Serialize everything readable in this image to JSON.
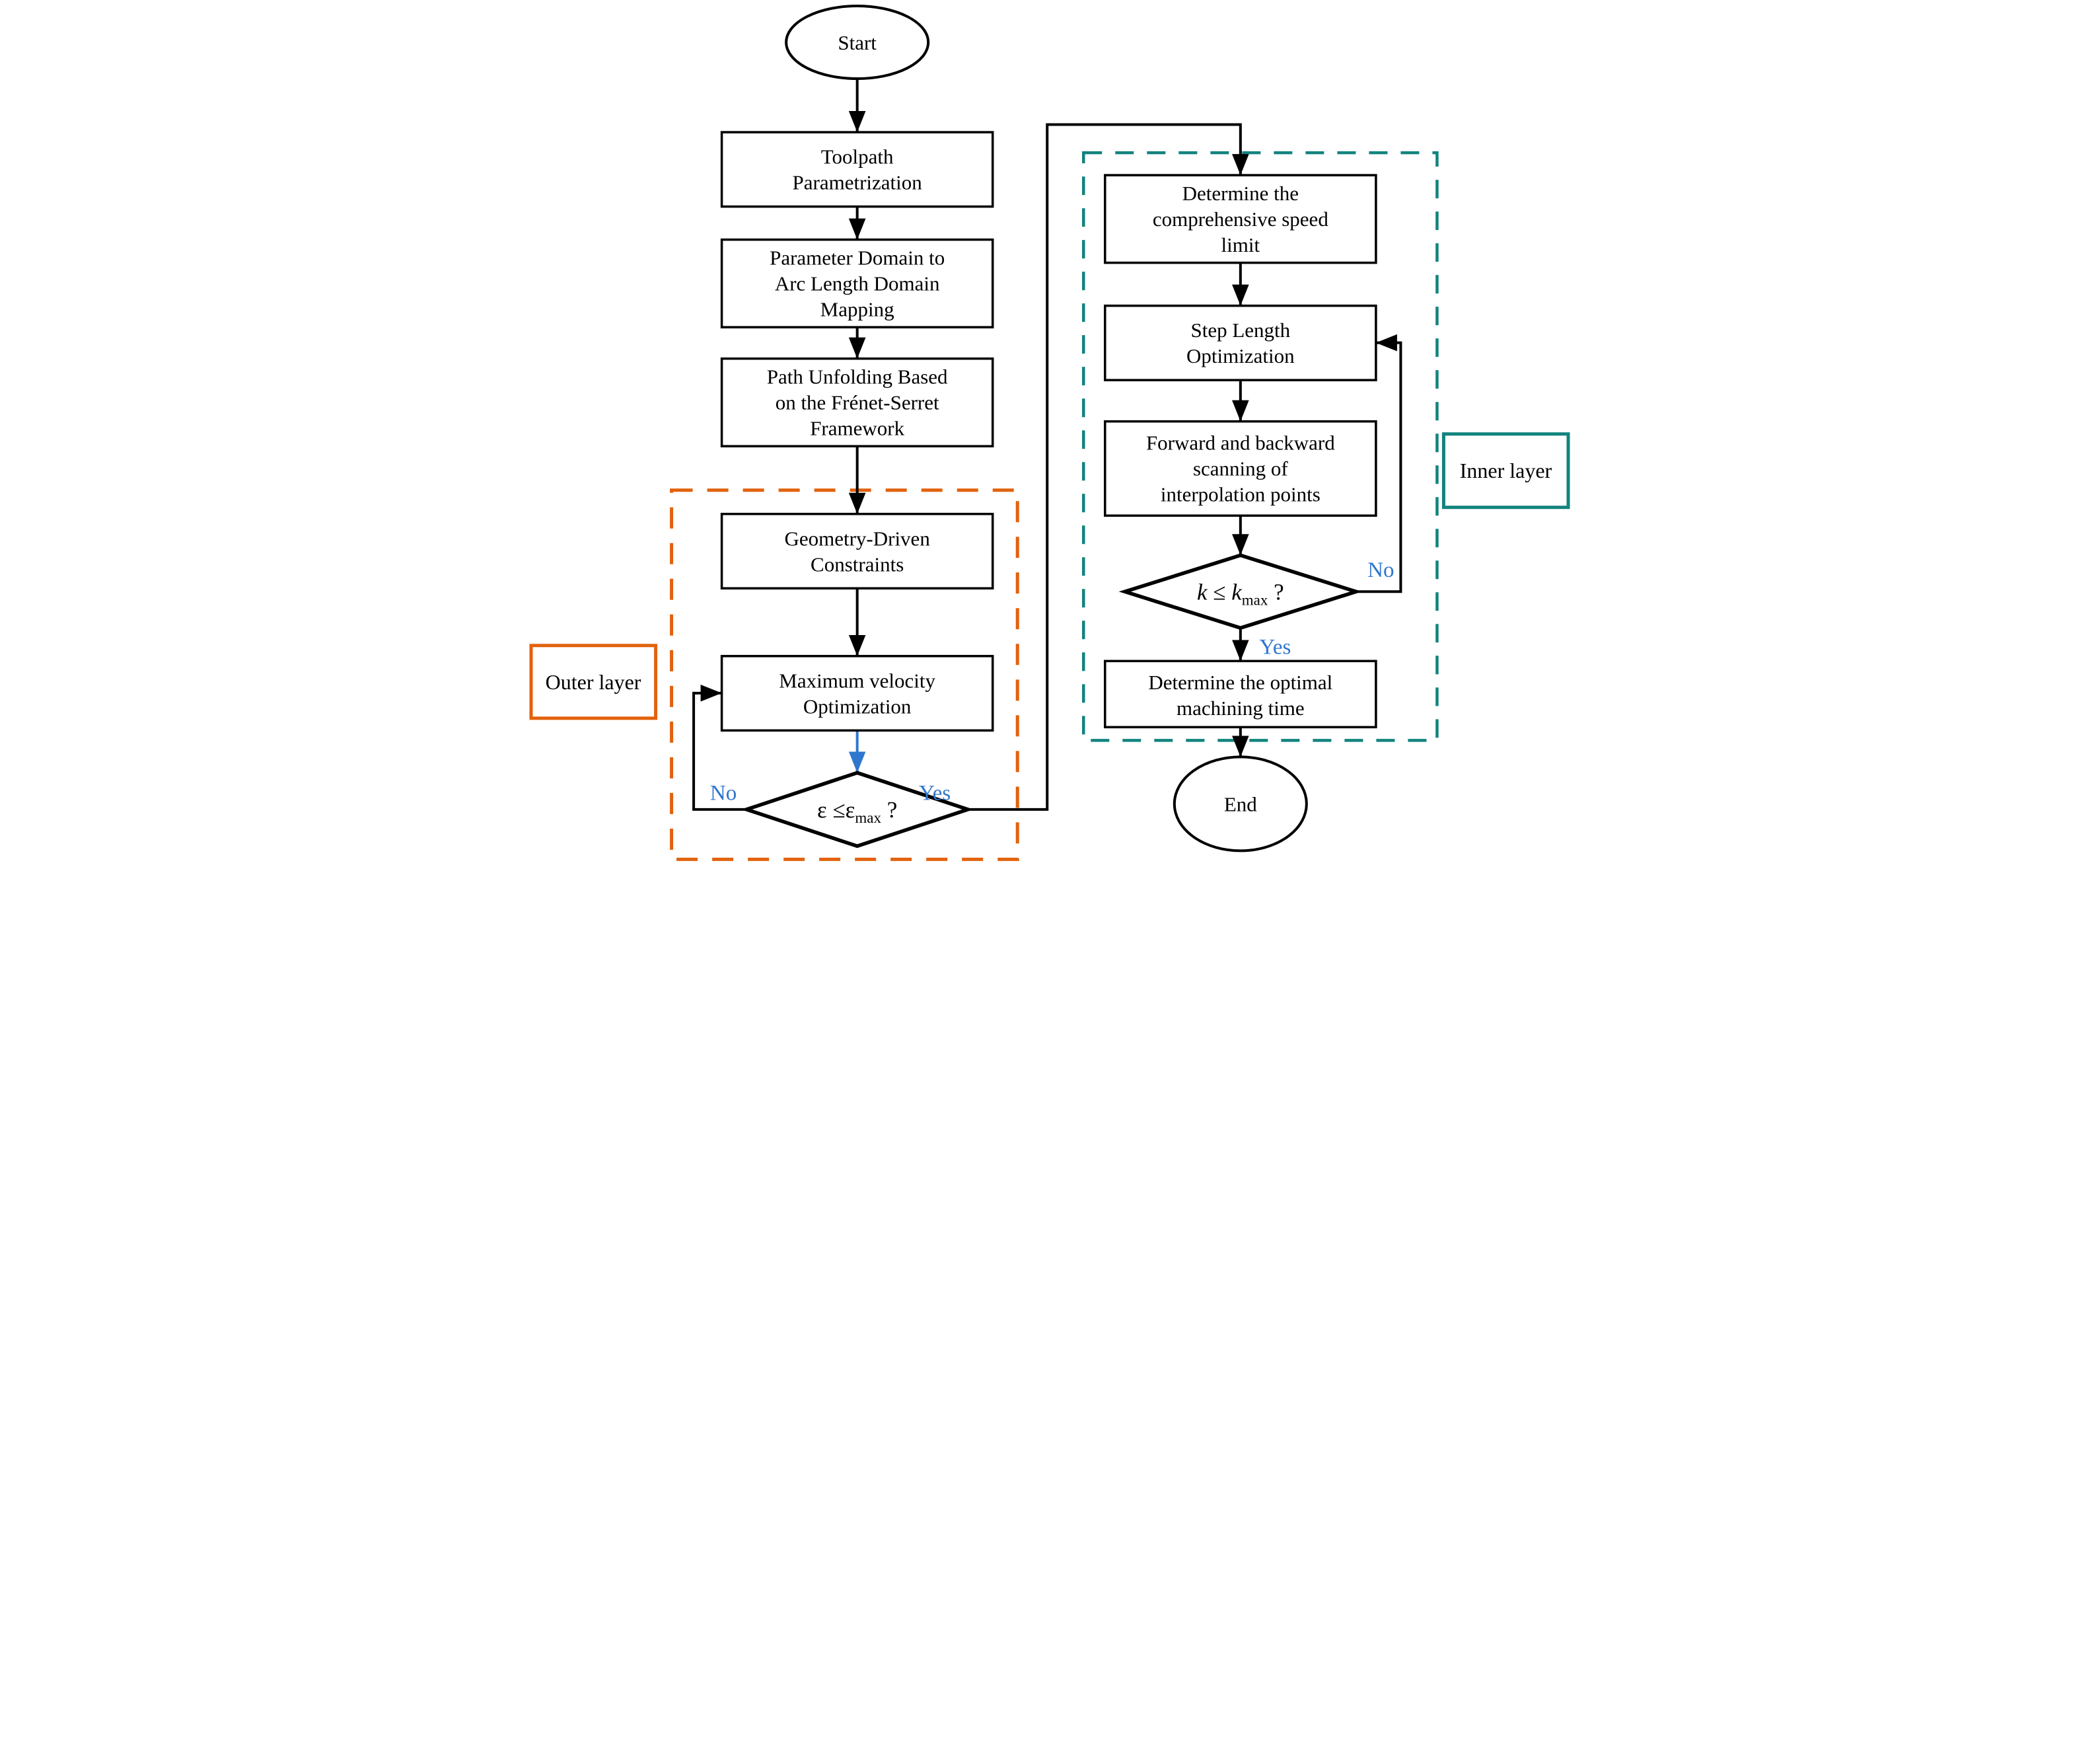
{
  "diagram": {
    "type": "flowchart",
    "colors": {
      "line_black": "#000000",
      "accent_blue": "#2F76CE",
      "accent_orange": "#E2620D",
      "accent_teal": "#12837E",
      "background": "#FFFFFF"
    },
    "nodes": {
      "start": {
        "label": "Start"
      },
      "toolpath": {
        "lines": [
          "Toolpath",
          "Parametrization"
        ]
      },
      "param_mapping": {
        "lines": [
          "Parameter Domain to",
          "Arc Length Domain",
          "Mapping"
        ]
      },
      "path_unfolding": {
        "lines": [
          "Path Unfolding Based",
          "on the Frénet-Serret",
          "Framework"
        ]
      },
      "geometry_constraints": {
        "lines": [
          "Geometry-Driven",
          "Constraints"
        ]
      },
      "max_velocity": {
        "lines": [
          "Maximum velocity",
          "Optimization"
        ]
      },
      "speed_limit": {
        "lines": [
          "Determine the",
          "comprehensive speed",
          "limit"
        ]
      },
      "step_length": {
        "lines": [
          "Step Length",
          "Optimization"
        ]
      },
      "scanning": {
        "lines": [
          "Forward and backward",
          "scanning of",
          "interpolation points"
        ]
      },
      "machining_time": {
        "lines": [
          "Determine the optimal",
          "machining time"
        ]
      },
      "end": {
        "label": "End"
      }
    },
    "decisions": {
      "epsilon": {
        "part1": "ε ≤ε",
        "sub": "max",
        "part2": " ?"
      },
      "k": {
        "var1": "k",
        "op": " ≤ ",
        "var2": "k",
        "sub": "max",
        "part2": " ?"
      }
    },
    "branch_labels": {
      "epsilon_no": "No",
      "epsilon_yes": "Yes",
      "k_no": "No",
      "k_yes": "Yes"
    },
    "layer_labels": {
      "outer": "Outer layer",
      "inner": "Inner layer"
    }
  }
}
